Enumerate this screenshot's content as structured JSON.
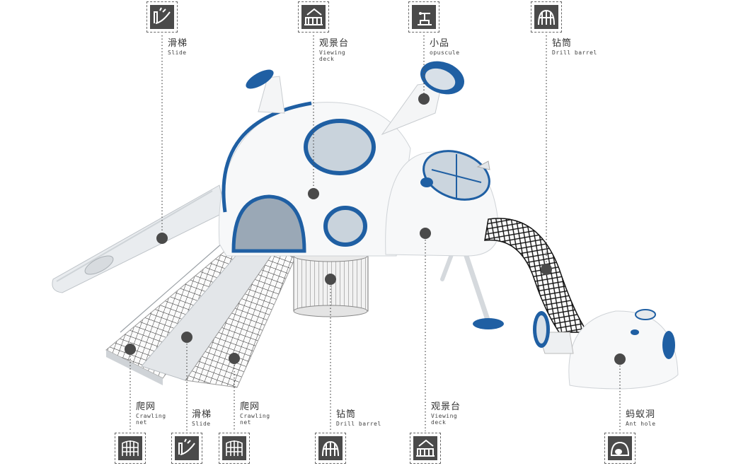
{
  "colors": {
    "accent": "#1f5fa3",
    "shell": "#f4f6f8",
    "line": "#555555",
    "dot": "#4a4a4a",
    "icon_bg": "#4a4a4a"
  },
  "labels": {
    "top_slide": {
      "cn": "滑梯",
      "en": "Slide"
    },
    "top_viewing": {
      "cn": "观景台",
      "en1": "Viewing",
      "en2": "deck"
    },
    "top_opuscule": {
      "cn": "小品",
      "en": "opuscule"
    },
    "top_drill": {
      "cn": "钻筒",
      "en": "Drill barrel"
    },
    "bot_crawl1": {
      "cn": "爬网",
      "en1": "Crawling",
      "en2": "net"
    },
    "bot_slide": {
      "cn": "滑梯",
      "en": "Slide"
    },
    "bot_crawl2": {
      "cn": "爬网",
      "en1": "Crawling",
      "en2": "net"
    },
    "bot_drill": {
      "cn": "钻筒",
      "en": "Drill barrel"
    },
    "bot_viewing": {
      "cn": "观景台",
      "en1": "Viewing",
      "en2": "deck"
    },
    "bot_ant": {
      "cn": "蚂蚁洞",
      "en": "Ant hole"
    }
  },
  "icons": {
    "top_slide": "slide-icon",
    "top_viewing": "viewing-deck-icon",
    "top_opuscule": "opuscule-icon",
    "top_drill": "drill-barrel-icon",
    "bot_crawl1": "crawling-net-icon",
    "bot_slide": "slide-icon",
    "bot_crawl2": "crawling-net-icon",
    "bot_drill": "drill-barrel-icon",
    "bot_viewing": "viewing-deck-icon",
    "bot_ant": "ant-hole-icon"
  }
}
